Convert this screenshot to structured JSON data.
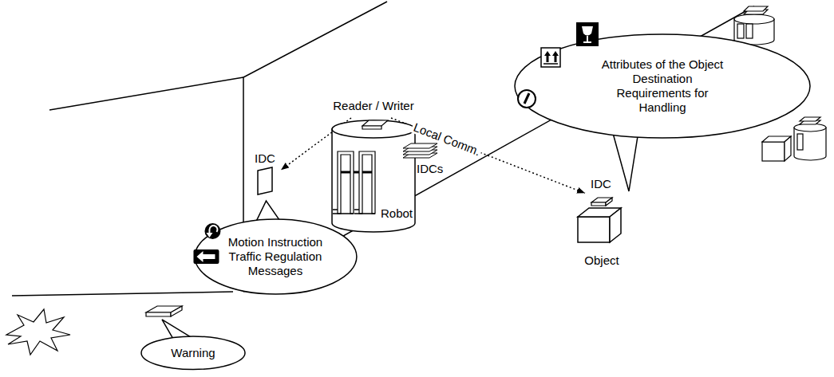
{
  "diagram": {
    "nodes": [
      {
        "text": [
          "IDC"
        ]
      },
      {
        "text": [
          "Motion Instruction Traffic Regulation Messages"
        ]
      },
      {
        "text": [
          "Warning"
        ]
      },
      {
        "text": [
          "Robot"
        ]
      },
      {
        "text": [
          "IDC"
        ]
      },
      {
        "text": [
          "Object"
        ]
      },
      {
        "text": [
          "Attributes of the Object Destination Requirements for Handling"
        ]
      }
    ],
    "edges": [
      {
        "from": 3,
        "to": 0,
        "arrow": "to"
      },
      {
        "from": 3,
        "to": 4,
        "label": "Local Comm.",
        "arrow": "to"
      }
    ],
    "labels": [
      "Reader / Writer",
      "IDCs"
    ]
  }
}
